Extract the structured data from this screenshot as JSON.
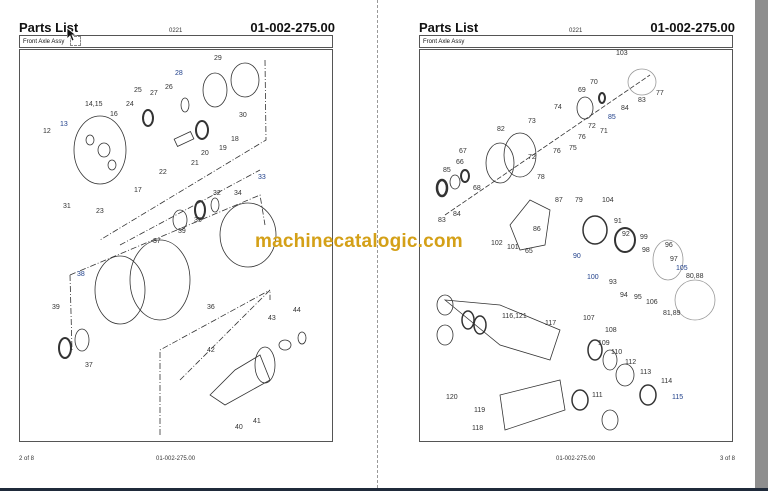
{
  "watermark": "machinecatalogic.com",
  "pages": [
    {
      "title": "Parts List",
      "code": "0221",
      "part_number": "01-002-275.00",
      "section": "Front Axle Assy",
      "footer_page": "2 of 8",
      "footer_number": "01-002-275.00",
      "callouts": [
        "29",
        "28",
        "25",
        "27",
        "26",
        "30",
        "14,15",
        "24",
        "16",
        "12",
        "13",
        "18",
        "19",
        "20",
        "21",
        "22",
        "17",
        "31",
        "23",
        "32",
        "34",
        "33",
        "35",
        "37",
        "39",
        "36",
        "38",
        "39",
        "37",
        "42",
        "43",
        "44",
        "40",
        "41"
      ]
    },
    {
      "title": "Parts List",
      "code": "0221",
      "part_number": "01-002-275.00",
      "section": "Front Axle Assy",
      "footer_page": "3 of 8",
      "footer_number": "01-002-275.00",
      "callouts": [
        "103",
        "77",
        "70",
        "69",
        "84",
        "83",
        "85",
        "71",
        "72",
        "76",
        "74",
        "73",
        "75",
        "82",
        "72",
        "76",
        "67",
        "66",
        "78",
        "85",
        "68",
        "83",
        "84",
        "87",
        "79",
        "104",
        "91",
        "86",
        "65",
        "102",
        "101",
        "90",
        "92",
        "99",
        "98",
        "96",
        "97",
        "105",
        "80,88",
        "100",
        "93",
        "94",
        "95",
        "106",
        "81,89",
        "116,121",
        "117",
        "107",
        "108",
        "109",
        "110",
        "112",
        "111",
        "113",
        "114",
        "115",
        "120",
        "119",
        "118"
      ]
    }
  ]
}
